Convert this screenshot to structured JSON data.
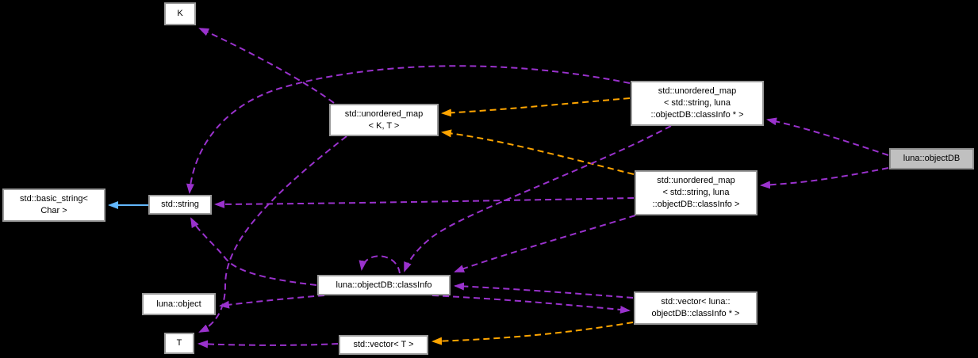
{
  "diagram": {
    "title": "luna::objectDB collaboration graph",
    "background": "#000000",
    "colors": {
      "usage_edge": "#9a32cd",
      "template_edge": "#ffa500",
      "inheritance_edge": "#63b8ff",
      "node_fill": "#ffffff",
      "node_border": "#9b9b9b",
      "current_node_fill": "#c0c0c0",
      "text": "#000000"
    },
    "nodes": [
      {
        "id": "k",
        "label": "K"
      },
      {
        "id": "umap-kt",
        "label": "std::unordered_map\n< K, T >"
      },
      {
        "id": "umap-ptr",
        "label": "std::unordered_map\n< std::string, luna\n::objectDB::classInfo * >"
      },
      {
        "id": "objectdb",
        "label": "luna::objectDB"
      },
      {
        "id": "basicstr",
        "label": "std::basic_string<\nChar >"
      },
      {
        "id": "stdstring",
        "label": "std::string"
      },
      {
        "id": "umap-val",
        "label": "std::unordered_map\n< std::string, luna\n::objectDB::classInfo >"
      },
      {
        "id": "classinfo",
        "label": "luna::objectDB::classInfo"
      },
      {
        "id": "lunaobject",
        "label": "luna::object"
      },
      {
        "id": "vec-ptr",
        "label": "std::vector< luna::\nobjectDB::classInfo * >"
      },
      {
        "id": "t",
        "label": "T"
      },
      {
        "id": "vec-t",
        "label": "std::vector< T >"
      }
    ],
    "edges": [
      {
        "from": "stdstring",
        "to": "basicstr",
        "type": "inheritance"
      },
      {
        "from": "umap-kt",
        "to": "k",
        "type": "usage"
      },
      {
        "from": "umap-kt",
        "to": "t",
        "type": "usage"
      },
      {
        "from": "umap-ptr",
        "to": "umap-kt",
        "type": "template-instance"
      },
      {
        "from": "umap-val",
        "to": "umap-kt",
        "type": "template-instance"
      },
      {
        "from": "umap-ptr",
        "to": "stdstring",
        "type": "usage"
      },
      {
        "from": "umap-val",
        "to": "stdstring",
        "type": "usage"
      },
      {
        "from": "classinfo",
        "to": "stdstring",
        "type": "usage"
      },
      {
        "from": "objectdb",
        "to": "umap-ptr",
        "type": "usage"
      },
      {
        "from": "objectdb",
        "to": "umap-val",
        "type": "usage"
      },
      {
        "from": "umap-val",
        "to": "classinfo",
        "type": "usage"
      },
      {
        "from": "umap-ptr",
        "to": "classinfo",
        "type": "usage"
      },
      {
        "from": "classinfo",
        "to": "classinfo",
        "type": "usage"
      },
      {
        "from": "vec-ptr",
        "to": "classinfo",
        "type": "usage"
      },
      {
        "from": "classinfo",
        "to": "vec-ptr",
        "type": "usage"
      },
      {
        "from": "vec-ptr",
        "to": "vec-t",
        "type": "template-instance"
      },
      {
        "from": "vec-t",
        "to": "t",
        "type": "usage"
      },
      {
        "from": "classinfo",
        "to": "lunaobject",
        "type": "usage"
      }
    ]
  }
}
